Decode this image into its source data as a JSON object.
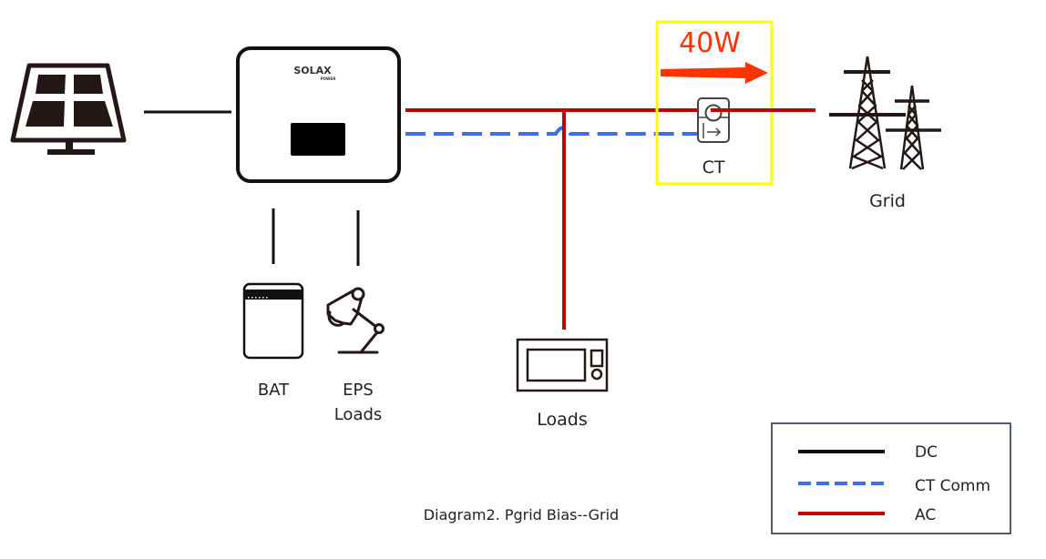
{
  "title": "Diagram2. Pgrid Bias--Grid",
  "colors": {
    "dc": "#111111",
    "ct_comm": "#3a6fe8",
    "ac": "#c00000",
    "highlight": "#ffff00",
    "arrow": "#ff3300"
  },
  "components": {
    "solar_panel": {
      "icon": "solar-panel-icon"
    },
    "inverter": {
      "brand": "SOLAX",
      "sub_brand": "POWER",
      "icon": "inverter-icon"
    },
    "battery": {
      "label": "BAT",
      "icon": "battery-icon"
    },
    "eps_loads": {
      "label_line1": "EPS",
      "label_line2": "Loads",
      "icon": "desk-lamp-icon"
    },
    "loads": {
      "label": "Loads",
      "icon": "microwave-icon"
    },
    "ct": {
      "label": "CT",
      "icon": "current-transformer-icon"
    },
    "grid": {
      "label": "Grid",
      "icon": "power-tower-icon"
    }
  },
  "power_flow": {
    "value": "40W",
    "direction": "to-grid"
  },
  "legend": {
    "items": [
      {
        "label": "DC",
        "style": "solid",
        "color_key": "dc"
      },
      {
        "label": "CT Comm",
        "style": "dashed",
        "color_key": "ct_comm"
      },
      {
        "label": "AC",
        "style": "solid",
        "color_key": "ac"
      }
    ]
  }
}
